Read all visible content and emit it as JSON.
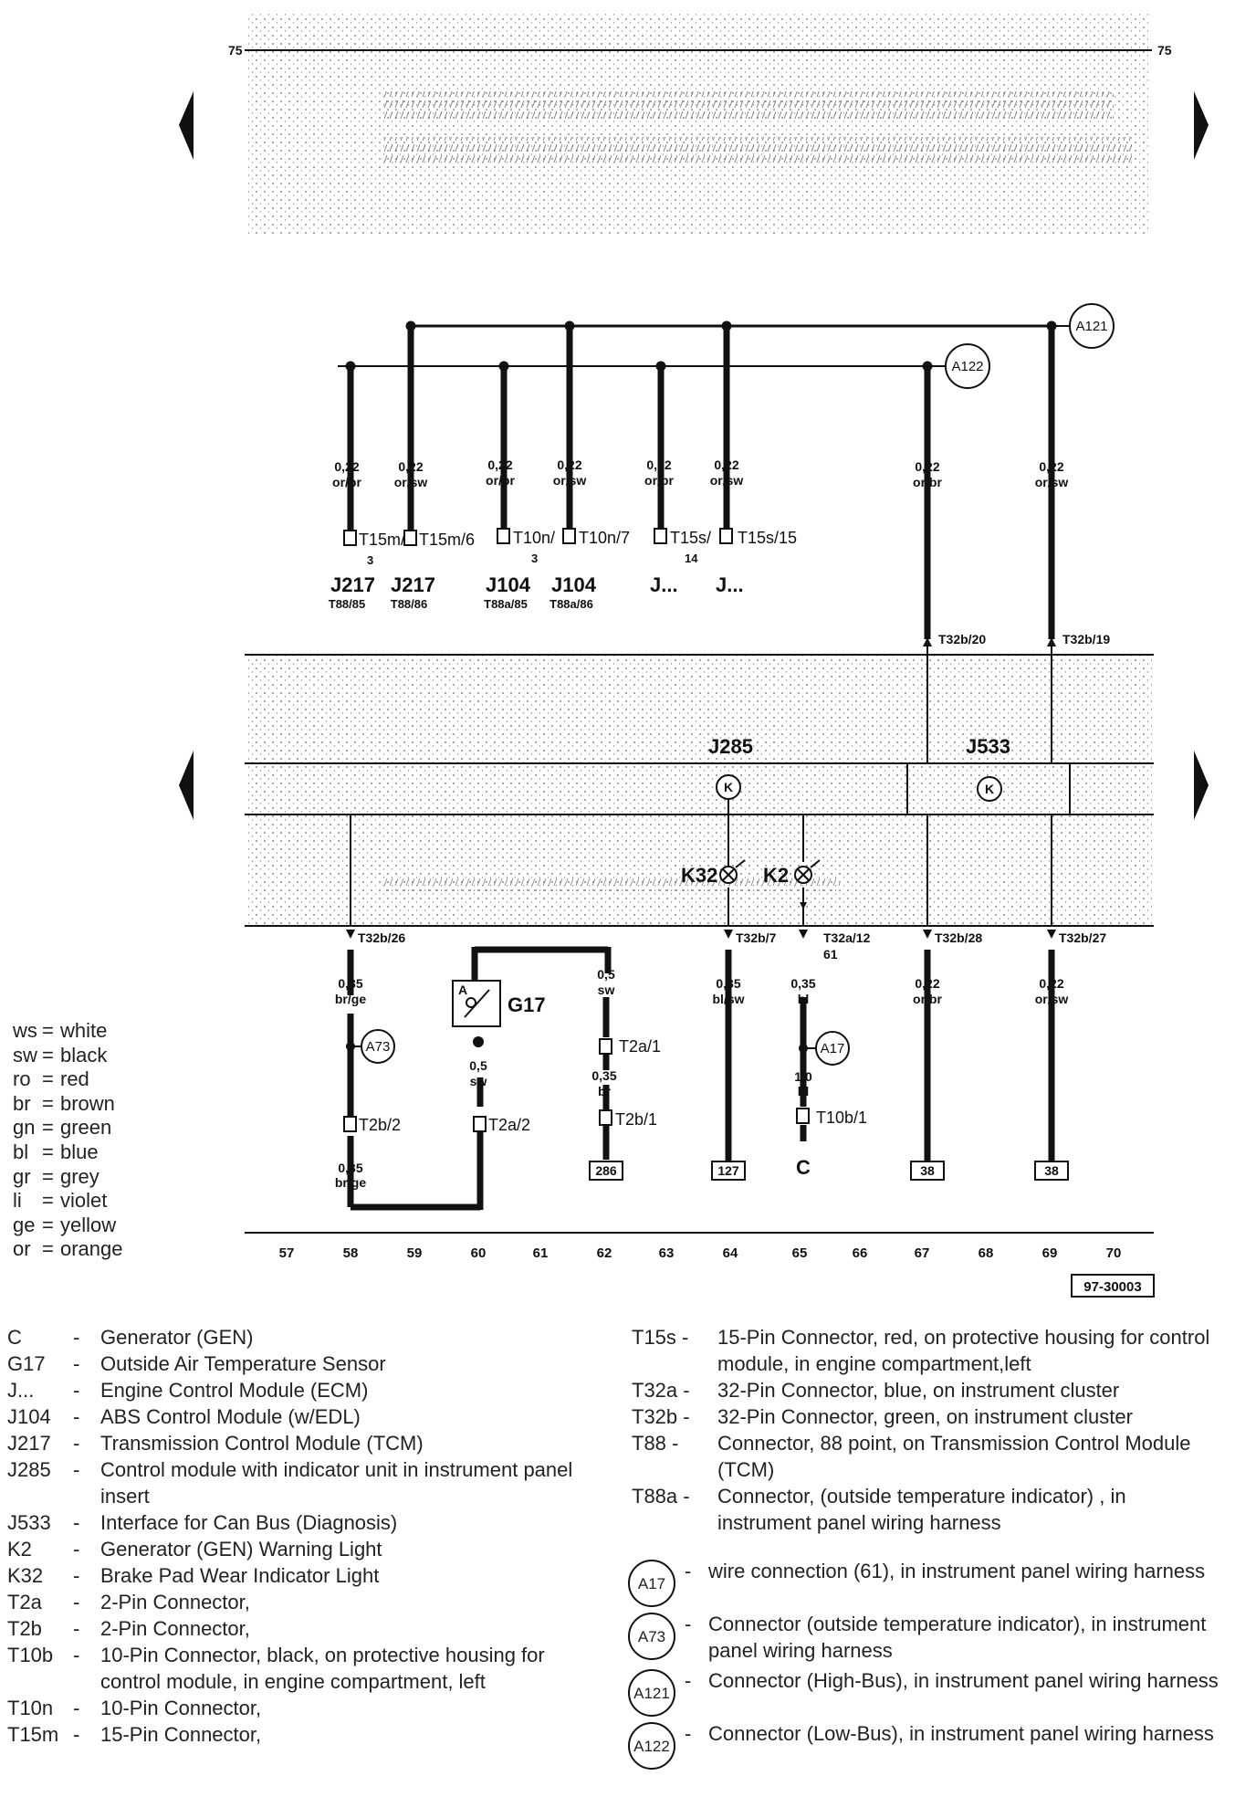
{
  "figure_id": "97-30003",
  "top_line_label": "75",
  "color_key": [
    {
      "code": "ws",
      "name": "white"
    },
    {
      "code": "sw",
      "name": "black"
    },
    {
      "code": "ro",
      "name": "red"
    },
    {
      "code": "br",
      "name": "brown"
    },
    {
      "code": "gn",
      "name": "green"
    },
    {
      "code": "bl",
      "name": "blue"
    },
    {
      "code": "gr",
      "name": "grey"
    },
    {
      "code": "li",
      "name": "violet"
    },
    {
      "code": "ge",
      "name": "yellow"
    },
    {
      "code": "or",
      "name": "orange"
    }
  ],
  "columns": [
    "57",
    "58",
    "59",
    "60",
    "61",
    "62",
    "63",
    "64",
    "65",
    "66",
    "67",
    "68",
    "69",
    "70"
  ],
  "bus_labels": {
    "a121": "A121",
    "a122": "A122",
    "a73": "A73",
    "a17": "A17"
  },
  "top_wires": [
    {
      "size": "0,22",
      "color": "or/br",
      "conn": "T15m/",
      "conn2": "3",
      "comp": "J217",
      "pin": "T88/85"
    },
    {
      "size": "0,22",
      "color": "or/sw",
      "conn": "T15m/6",
      "conn2": "",
      "comp": "J217",
      "pin": "T88/86"
    },
    {
      "size": "0,22",
      "color": "or/br",
      "conn": "T10n/",
      "conn2": "3",
      "comp": "J104",
      "pin": "T88a/85"
    },
    {
      "size": "0,22",
      "color": "or/sw",
      "conn": "T10n/7",
      "conn2": "",
      "comp": "J104",
      "pin": "T88a/86"
    },
    {
      "size": "0,22",
      "color": "or/br",
      "conn": "T15s/",
      "conn2": "14",
      "comp": "J...",
      "pin": ""
    },
    {
      "size": "0,22",
      "color": "or/sw",
      "conn": "T15s/15",
      "conn2": "",
      "comp": "J...",
      "pin": ""
    },
    {
      "size": "0,22",
      "color": "or/br",
      "conn": "T32b/20",
      "conn2": "",
      "comp": "",
      "pin": ""
    },
    {
      "size": "0,22",
      "color": "or/sw",
      "conn": "T32b/19",
      "conn2": "",
      "comp": "",
      "pin": ""
    }
  ],
  "modules": {
    "j285": "J285",
    "j533": "J533",
    "k32": "K32",
    "k2": "K2",
    "k_symbol": "K"
  },
  "bottom_wires": {
    "w58": {
      "pin": "T32b/26",
      "size": "0,35",
      "color": "br/ge",
      "conn": "T2b/2",
      "size2": "0,35",
      "color2": "br/ge"
    },
    "w60": {
      "size": "0,5",
      "color": "sw",
      "conn": "T2a/2",
      "comp": "G17"
    },
    "w62": {
      "size": "0,5",
      "color": "sw",
      "conn": "T2a/1",
      "size2": "0,35",
      "color2": "br",
      "conn2": "T2b/1",
      "ref": "286"
    },
    "w64": {
      "pin": "T32b/7",
      "size": "0,35",
      "color": "bl/sw",
      "ref": "127"
    },
    "w65": {
      "pin": "T32a/12",
      "pin2": "61",
      "size": "0,35",
      "color": "bl",
      "size2": "1,0",
      "color2": "bl",
      "conn": "T10b/1",
      "comp": "C"
    },
    "w67": {
      "pin": "T32b/28",
      "size": "0,22",
      "color": "or/br",
      "ref": "38"
    },
    "w69": {
      "pin": "T32b/27",
      "size": "0,22",
      "color": "or/sw",
      "ref": "38"
    }
  },
  "legend_left": [
    {
      "code": "C",
      "desc": "Generator (GEN)"
    },
    {
      "code": "G17",
      "desc": "Outside Air Temperature Sensor"
    },
    {
      "code": "J...",
      "desc": "Engine Control Module (ECM)"
    },
    {
      "code": "J104",
      "desc": "ABS Control Module (w/EDL)"
    },
    {
      "code": "J217",
      "desc": "Transmission Control Module (TCM)"
    },
    {
      "code": "J285",
      "desc": "Control module with indicator unit in instrument panel insert"
    },
    {
      "code": "J533",
      "desc": "Interface for Can Bus (Diagnosis)"
    },
    {
      "code": "K2",
      "desc": "Generator (GEN) Warning Light"
    },
    {
      "code": "K32",
      "desc": "Brake Pad Wear Indicator Light"
    },
    {
      "code": "T2a",
      "desc": "2-Pin Connector,"
    },
    {
      "code": "T2b",
      "desc": "2-Pin Connector,"
    },
    {
      "code": "T10b",
      "desc": "10-Pin Connector, black, on protective housing for control module, in engine compartment, left"
    },
    {
      "code": "T10n",
      "desc": "10-Pin Connector,"
    },
    {
      "code": "T15m",
      "desc": "15-Pin Connector,"
    }
  ],
  "legend_right": [
    {
      "code": "T15s",
      "desc": "15-Pin Connector, red, on protective housing for control module, in engine compartment,left"
    },
    {
      "code": "T32a",
      "desc": "32-Pin Connector, blue, on instrument cluster"
    },
    {
      "code": "T32b",
      "desc": "32-Pin Connector, green, on instrument cluster"
    },
    {
      "code": "T88",
      "desc": "Connector, 88 point, on Transmission Control Module (TCM)"
    },
    {
      "code": "T88a",
      "desc": "Connector, (outside temperature indicator) , in instrument panel wiring harness"
    }
  ],
  "legend_circles": [
    {
      "code": "A17",
      "desc": "wire connection (61), in instrument panel wiring harness"
    },
    {
      "code": "A73",
      "desc": "Connector (outside temperature indicator), in instrument panel wiring harness"
    },
    {
      "code": "A121",
      "desc": "Connector (High-Bus), in instrument panel wiring harness"
    },
    {
      "code": "A122",
      "desc": "Connector (Low-Bus), in instrument panel wiring harness"
    }
  ]
}
